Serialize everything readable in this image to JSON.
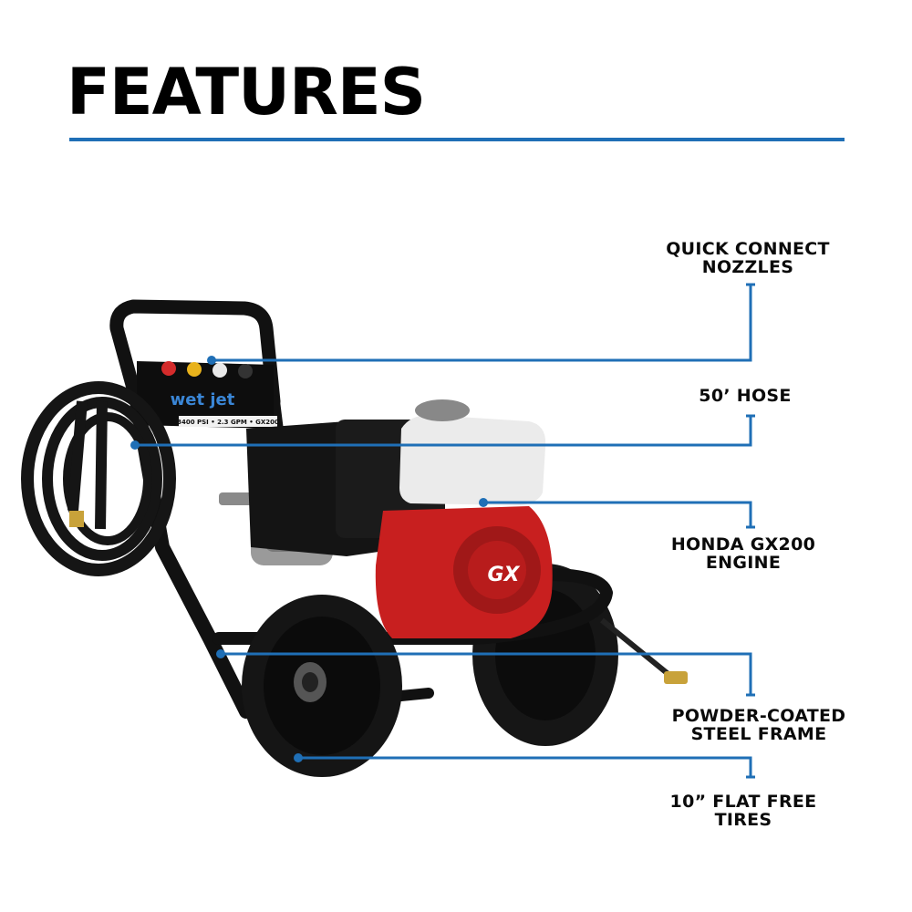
{
  "page": {
    "title": "FEATURES",
    "accent_color": "#1f6fb6"
  },
  "product": {
    "panel_brand": "wet jet",
    "panel_specs": "3400 PSI • 2.3 GPM • GX200",
    "engine_badge": "GX"
  },
  "features": [
    {
      "line1": "QUICK CONNECT",
      "line2": "NOZZLES"
    },
    {
      "line1": "50’ HOSE",
      "line2": ""
    },
    {
      "line1": "HONDA GX200",
      "line2": "ENGINE"
    },
    {
      "line1": "POWDER-COATED",
      "line2": "STEEL FRAME"
    },
    {
      "line1": "10” FLAT FREE",
      "line2": "TIRES"
    }
  ]
}
